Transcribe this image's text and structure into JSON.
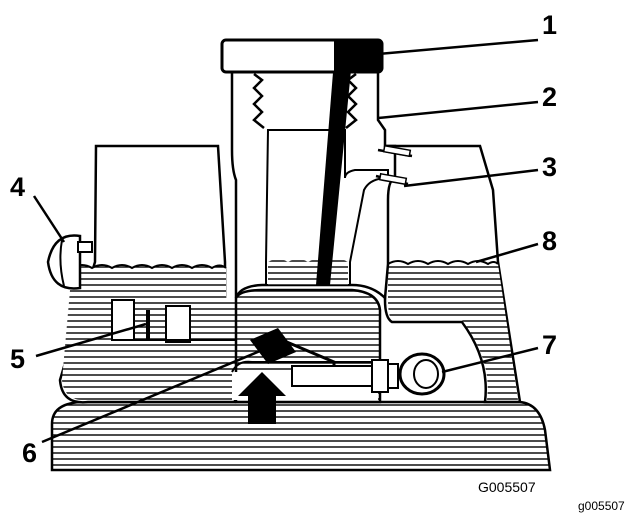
{
  "callouts": [
    {
      "id": "1",
      "label": "1"
    },
    {
      "id": "2",
      "label": "2"
    },
    {
      "id": "3",
      "label": "3"
    },
    {
      "id": "4",
      "label": "4"
    },
    {
      "id": "5",
      "label": "5"
    },
    {
      "id": "6",
      "label": "6"
    },
    {
      "id": "7",
      "label": "7"
    },
    {
      "id": "8",
      "label": "8"
    }
  ],
  "figure_code": "G005507",
  "figure_code_corner": "g005507",
  "colors": {
    "line": "#000000",
    "fill": "#ffffff"
  }
}
